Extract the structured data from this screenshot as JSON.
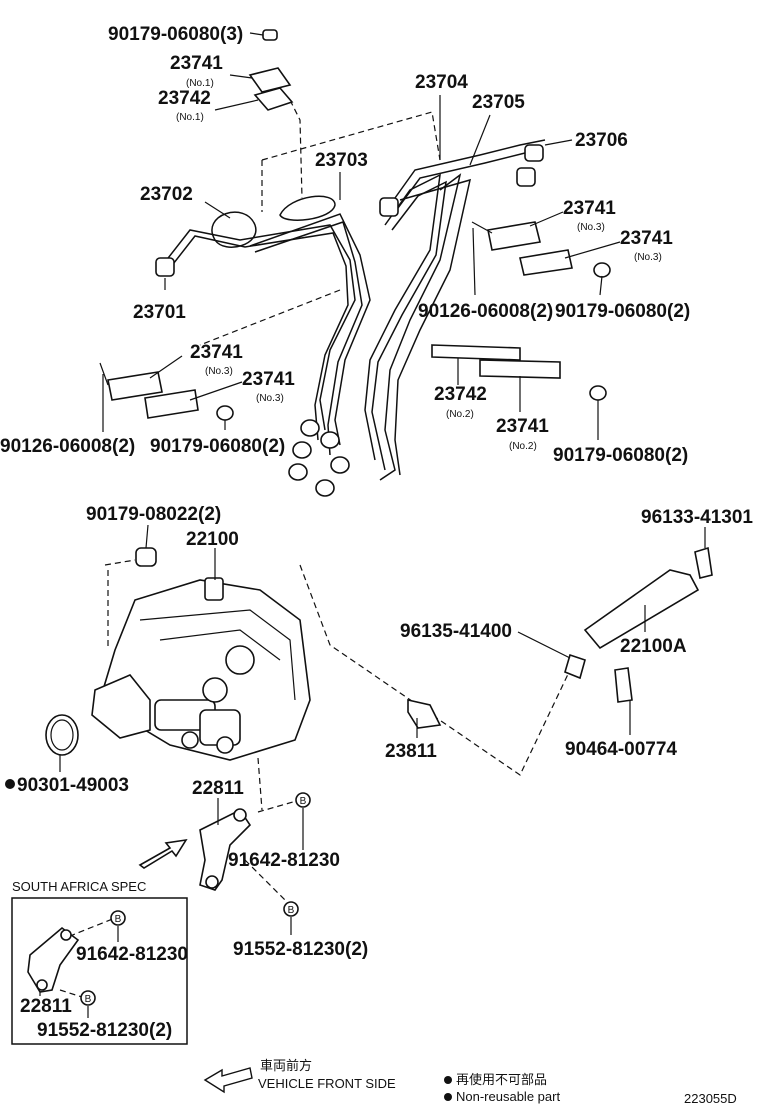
{
  "labels": {
    "top_gasket": "90179-06080(3)",
    "clamp_23741_no1": "23741",
    "no1_a": "(No.1)",
    "clamp_23742_no1": "23742",
    "no1_b": "(No.1)",
    "pipe_23704": "23704",
    "pipe_23705": "23705",
    "pipe_23706": "23706",
    "pipe_23703": "23703",
    "pipe_23702": "23702",
    "pipe_23701": "23701",
    "clamp_r1": "23741",
    "no3_r1": "(No.3)",
    "clamp_r2": "23741",
    "no3_r2": "(No.3)",
    "bolt_right": "90126-06008(2)",
    "nut_right": "90179-06080(2)",
    "clamp_l1": "23741",
    "no3_l1": "(No.3)",
    "clamp_l2": "23741",
    "no3_l2": "(No.3)",
    "bolt_left": "90126-06008(2)",
    "nut_left": "90179-06080(2)",
    "clamp_23742_no2": "23742",
    "no2_a": "(No.2)",
    "clamp_23741_no2": "23741",
    "no2_b": "(No.2)",
    "nut_mid_right": "90179-06080(2)",
    "nut_pump": "90179-08022(2)",
    "pump_22100": "22100",
    "clip_96133": "96133-41301",
    "clip_96135": "96135-41400",
    "hose_22100A": "22100A",
    "union_23811": "23811",
    "clamp_90464": "90464-00774",
    "oring": "90301-49003",
    "bracket_22811": "22811",
    "bolt_91642": "91642-81230",
    "bolt_91552": "91552-81230(2)",
    "sa_title": "SOUTH AFRICA SPEC",
    "sa_bolt_91642": "91642-81230",
    "sa_bracket": "22811",
    "sa_bolt_91552": "91552-81230(2)",
    "b_mark": "B",
    "front_jp": "車両前方",
    "front_en": "VEHICLE FRONT SIDE",
    "nonreuse_jp": "再使用不可部品",
    "nonreuse_en": "Non-reusable part",
    "diagram_code": "223055D"
  }
}
